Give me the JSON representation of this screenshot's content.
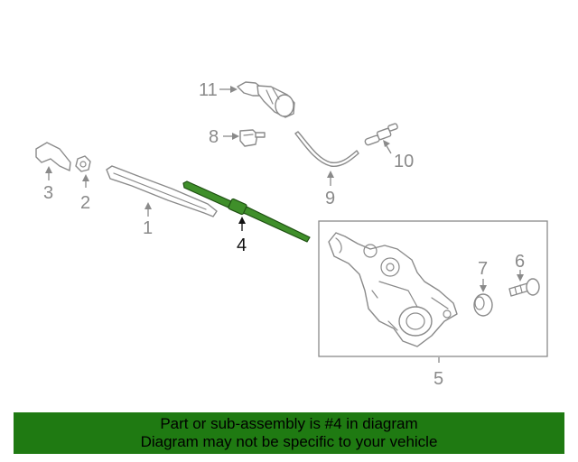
{
  "diagram": {
    "callouts": {
      "c1": "1",
      "c2": "2",
      "c3": "3",
      "c4": "4",
      "c5": "5",
      "c6": "6",
      "c7": "7",
      "c8": "8",
      "c9": "9",
      "c10": "10",
      "c11": "11"
    },
    "highlight_color": "#3f8f2a",
    "line_color": "#8a8a8a"
  },
  "banner": {
    "line1": "Part or sub-assembly is #4 in diagram",
    "line2": "Diagram may not be specific to your vehicle",
    "background": "#1f7a12"
  }
}
